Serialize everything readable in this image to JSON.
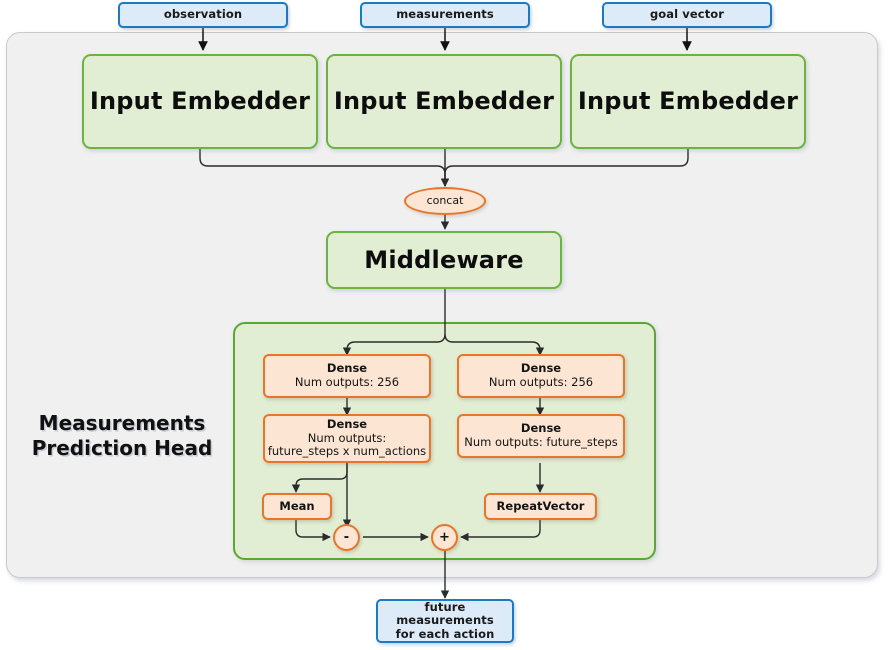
{
  "diagram": {
    "title": "Measurements Prediction Head",
    "section_label_lines": [
      "Measurements",
      "Prediction Head"
    ],
    "colors": {
      "terminal_border": "#1b7ac4",
      "terminal_fill": "#ddeaf7",
      "green_border": "#6cb33f",
      "green_fill": "#e1eed3",
      "orange_border": "#e8752a",
      "orange_fill": "#fce5d2",
      "panel_fill": "#f0f0f0",
      "panel_border": "#c9c9c9",
      "edge_stroke": "#2b2b2b"
    }
  },
  "inputs": [
    {
      "label": "observation"
    },
    {
      "label": "measurements"
    },
    {
      "label": "goal vector"
    }
  ],
  "embedders": [
    {
      "label": "Input Embedder"
    },
    {
      "label": "Input Embedder"
    },
    {
      "label": "Input Embedder"
    }
  ],
  "concat": {
    "label": "concat"
  },
  "middleware": {
    "label": "Middleware"
  },
  "head": {
    "left_branch": [
      {
        "title": "Dense",
        "sub1": "Num outputs: 256",
        "sub2": ""
      },
      {
        "title": "Dense",
        "sub1": "Num outputs:",
        "sub2": "future_steps x num_actions"
      }
    ],
    "right_branch": [
      {
        "title": "Dense",
        "sub1": "Num outputs: 256",
        "sub2": ""
      },
      {
        "title": "Dense",
        "sub1": "Num outputs: future_steps",
        "sub2": ""
      }
    ],
    "mean": {
      "label": "Mean"
    },
    "repeat_vector": {
      "label": "RepeatVector"
    },
    "subtract_op": {
      "label": "-"
    },
    "add_op": {
      "label": "+"
    }
  },
  "output": {
    "line1": "future measurements",
    "line2": "for each action"
  }
}
